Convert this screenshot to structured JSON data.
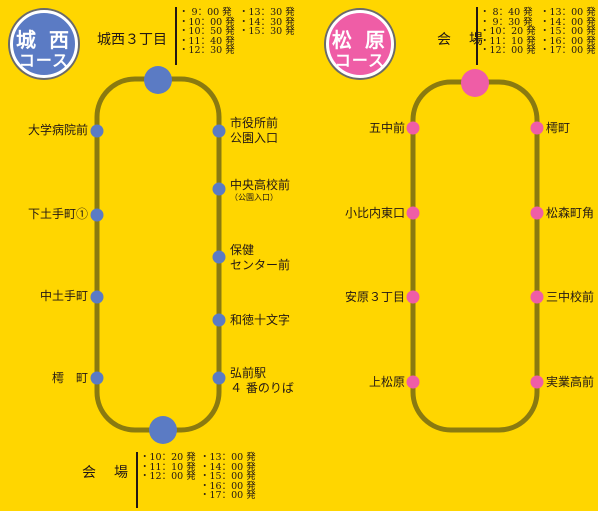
{
  "colors": {
    "background": "#FFD600",
    "route_line": "#8A7A10",
    "joseicourse": "#5B7BC4",
    "matsubaracourse": "#EF5DA6"
  },
  "jousei": {
    "badge_line1": "城 西",
    "badge_line2": "コース",
    "origin": "城西３丁目",
    "origin_times_col1": "・ 9：00 発\n・10：00 発\n・10：50 発\n・11：40 発\n・12：30 発",
    "origin_times_col2": "・13：30 発\n・14：30 発\n・15：30 発",
    "venue": "会　場",
    "venue_times_col1": "・10：20 発\n・11：10 発\n・12：00 発",
    "venue_times_col2": "・13：00 発\n・14：00 発\n・15：00 発\n・16：00 発\n・17：00 発",
    "stops_left": [
      "大学病院前",
      "下土手町①",
      "中土手町",
      "樗　町"
    ],
    "stops_right": [
      {
        "name": "市役所前",
        "name2": "公園入口",
        "sub": ""
      },
      {
        "name": "中央高校前",
        "name2": "",
        "sub": "（公園入口）"
      },
      {
        "name": "保健",
        "name2": "センター前",
        "sub": ""
      },
      {
        "name": "和徳十文字",
        "name2": "",
        "sub": ""
      },
      {
        "name": "弘前駅",
        "name2": "４ 番のりば",
        "sub": ""
      }
    ]
  },
  "matsubara": {
    "badge_line1": "松 原",
    "badge_line2": "コース",
    "venue": "会　場",
    "times_col1": "・ 8：40 発\n・ 9：30 発\n・10：20 発\n・11：10 発\n・12：00 発",
    "times_col2": "・13：00 発\n・14：00 発\n・15：00 発\n・16：00 発\n・17：00 発",
    "stops_left": [
      "五中前",
      "小比内東口",
      "安原３丁目",
      "上松原"
    ],
    "stops_right": [
      "樗町",
      "松森町角",
      "三中校前",
      "実業高前"
    ]
  }
}
